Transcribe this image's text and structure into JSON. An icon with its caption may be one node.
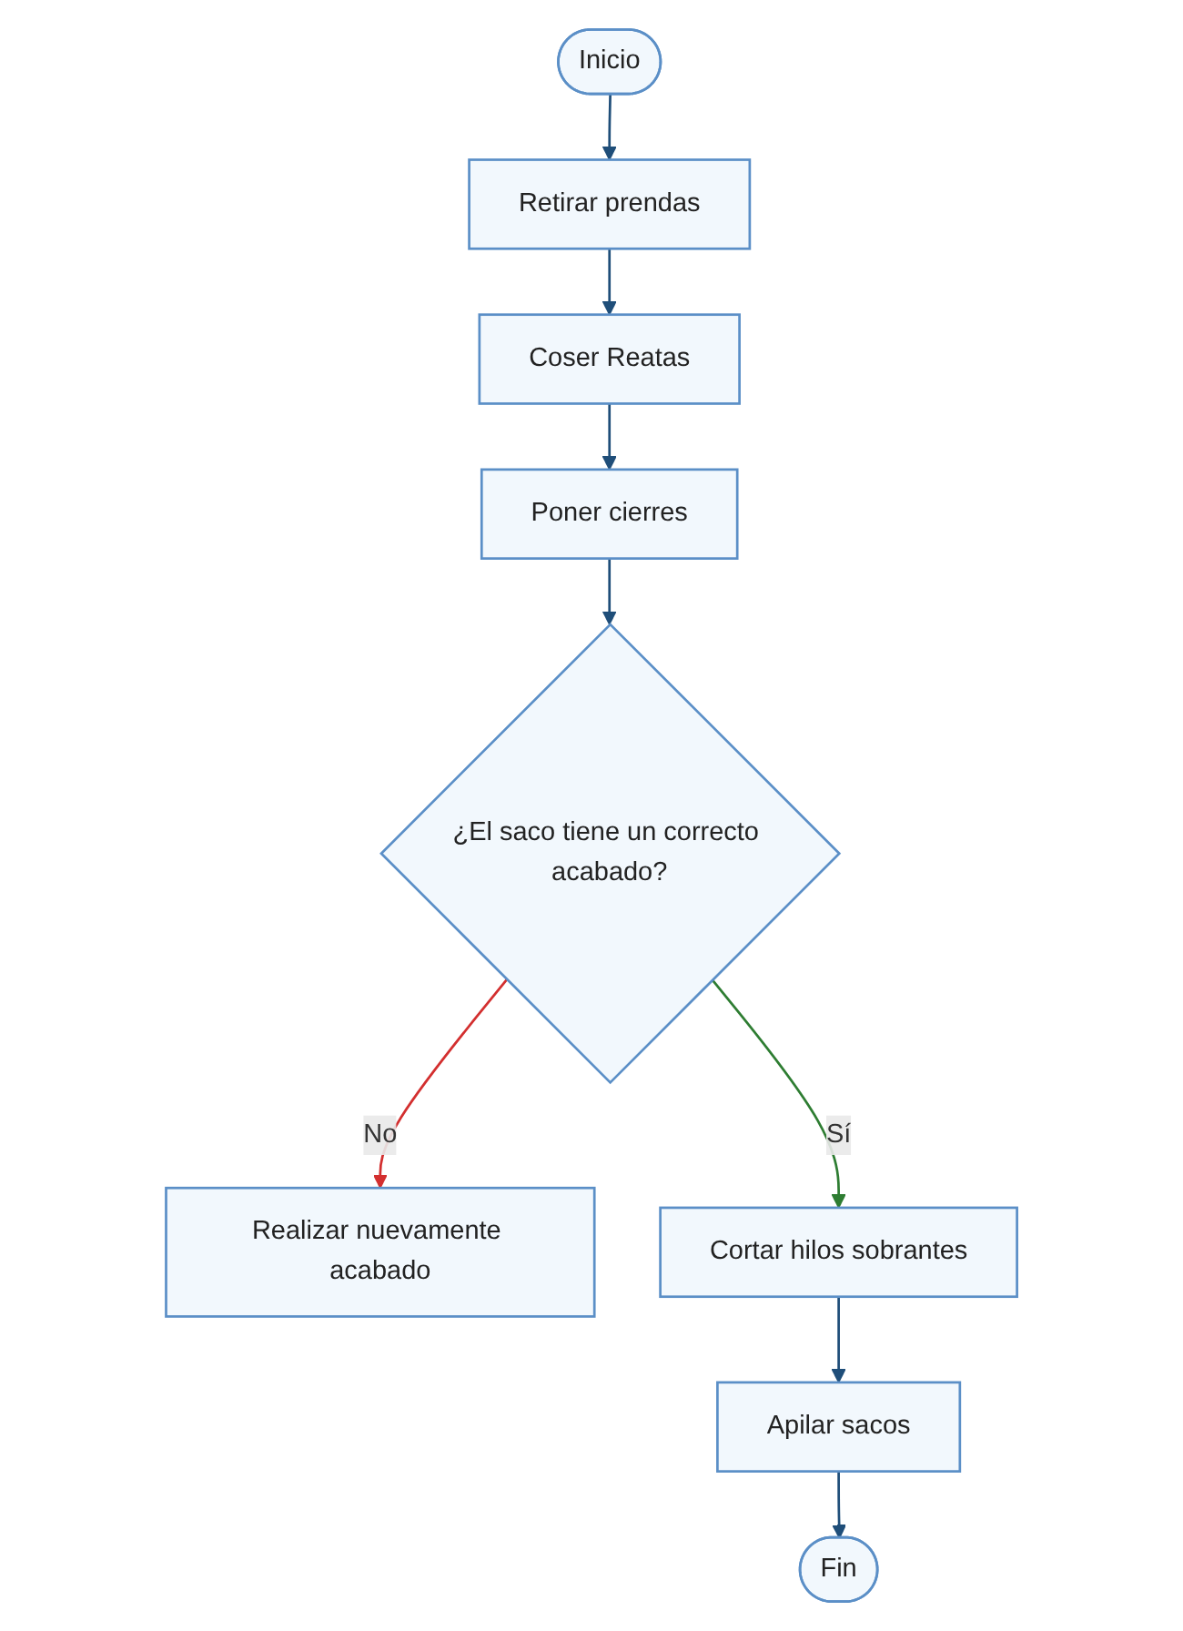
{
  "diagram": {
    "nodes": [
      {
        "text": [
          "Inicio"
        ]
      },
      {
        "text": [
          "Retirar prendas"
        ]
      },
      {
        "text": [
          "Coser Reatas"
        ]
      },
      {
        "text": [
          "Poner cierres"
        ]
      },
      {
        "text": [
          "¿El saco tiene un correcto acabado?"
        ]
      },
      {
        "text": [
          "Realizar nuevamente acabado"
        ]
      },
      {
        "text": [
          "Cortar hilos sobrantes"
        ]
      },
      {
        "text": [
          "Apilar sacos"
        ]
      },
      {
        "text": [
          "Fin"
        ]
      }
    ],
    "edges": [
      {
        "from": 0,
        "to": 1,
        "arrow": "to"
      },
      {
        "from": 1,
        "to": 2,
        "arrow": "to"
      },
      {
        "from": 2,
        "to": 3,
        "arrow": "to"
      },
      {
        "from": 3,
        "to": 4,
        "arrow": "to"
      },
      {
        "from": 4,
        "to": 5,
        "arrow": "to",
        "label": "No",
        "color": "#d32f2f"
      },
      {
        "from": 4,
        "to": 6,
        "arrow": "to",
        "label": "Sí",
        "color": "#2e7d32"
      },
      {
        "from": 6,
        "to": 7,
        "arrow": "to"
      },
      {
        "from": 7,
        "to": 8,
        "arrow": "to"
      }
    ]
  }
}
